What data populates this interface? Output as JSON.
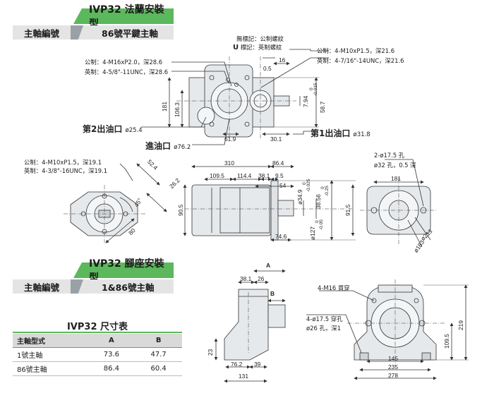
{
  "section1": {
    "title": "IVP32 法蘭安裝型",
    "shaft_label": "主軸編號",
    "shaft_value": "86號平鍵主軸"
  },
  "section2": {
    "title": "IVP32 腳座安裝型",
    "shaft_label": "主軸編號",
    "shaft_value": "1&86號主軸"
  },
  "top_view": {
    "thread_legend_none": "無標記：公制螺紋",
    "thread_legend_u": "英制螺紋",
    "u_mark": "U",
    "u_suffix": "標記：",
    "metric_bolt": "公制：4-M16xP2.0，深28.6",
    "imperial_bolt": "英制：4-5/8\"-11UNC，深28.6",
    "metric_port": "公制：4-M10xP1.5，深21.6",
    "imperial_port": "英制：4-7/16\"-14UNC，深21.6",
    "outlet2": "第2出油口",
    "outlet2_dia": "ø25.4",
    "inlet": "進油口",
    "inlet_dia": "ø76.2",
    "outlet1": "第1出油口",
    "outlet1_dia": "ø31.8",
    "dims": {
      "d16": "16",
      "d05": "0.5",
      "d181": "181",
      "d1063": "106.3",
      "d619": "61.9",
      "d301": "30.1",
      "d794": "7.94",
      "d794tol_up": "0",
      "d794tol_dn": "-0.015",
      "d587": "58.7"
    }
  },
  "side_view": {
    "metric_port": "公制：4-M10xP1.5，深19.1",
    "imperial_port": "英制：4-3/8\"-16UNC，深19.1",
    "dims": {
      "d310": "310",
      "d864": "86.4",
      "d1095": "109.5",
      "d1144": "114.4",
      "d381": "38.1",
      "d95": "9.5",
      "d54": "54",
      "d349": "ø34.9",
      "d349a": "0",
      "d349b": "-0.025",
      "d3856": "38.56",
      "d3856a": "0",
      "d3856b": "-0.25",
      "d1270": "ø127",
      "d1270a": "0",
      "d1270b": "-0.05",
      "d905": "90.5",
      "d915": "91.5",
      "d746": "74.6",
      "d524": "52.4",
      "d262": "26.2",
      "d45": "45°",
      "d80": "80"
    },
    "flange_holes": "2-ø17.5 孔",
    "flange_cbore": "ø32 孔，0.5 深",
    "d181": "181",
    "d213": "ø213",
    "d183": "ø183"
  },
  "foot_view": {
    "label_a": "A",
    "label_b": "B",
    "d381": "38.1",
    "d26": "26",
    "d23": "23",
    "d762": "76.2",
    "d39": "39",
    "d131": "131",
    "thru": "4-M16 貫穿",
    "holes": "4-ø17.5 穿孔",
    "cbore": "ø26 孔，深1",
    "d145": "145",
    "d235": "235",
    "d278": "278",
    "d1095": "109.5",
    "d219": "219"
  },
  "table": {
    "title": "IVP32 尺寸表",
    "headers": [
      "主軸型式",
      "A",
      "B"
    ],
    "rows": [
      [
        "1號主軸",
        "73.6",
        "47.7"
      ],
      [
        "86號主軸",
        "86.4",
        "60.4"
      ]
    ]
  },
  "colors": {
    "accent_green": "#5cb85c",
    "pump_body": "#e6e9ec",
    "line": "#333333"
  }
}
